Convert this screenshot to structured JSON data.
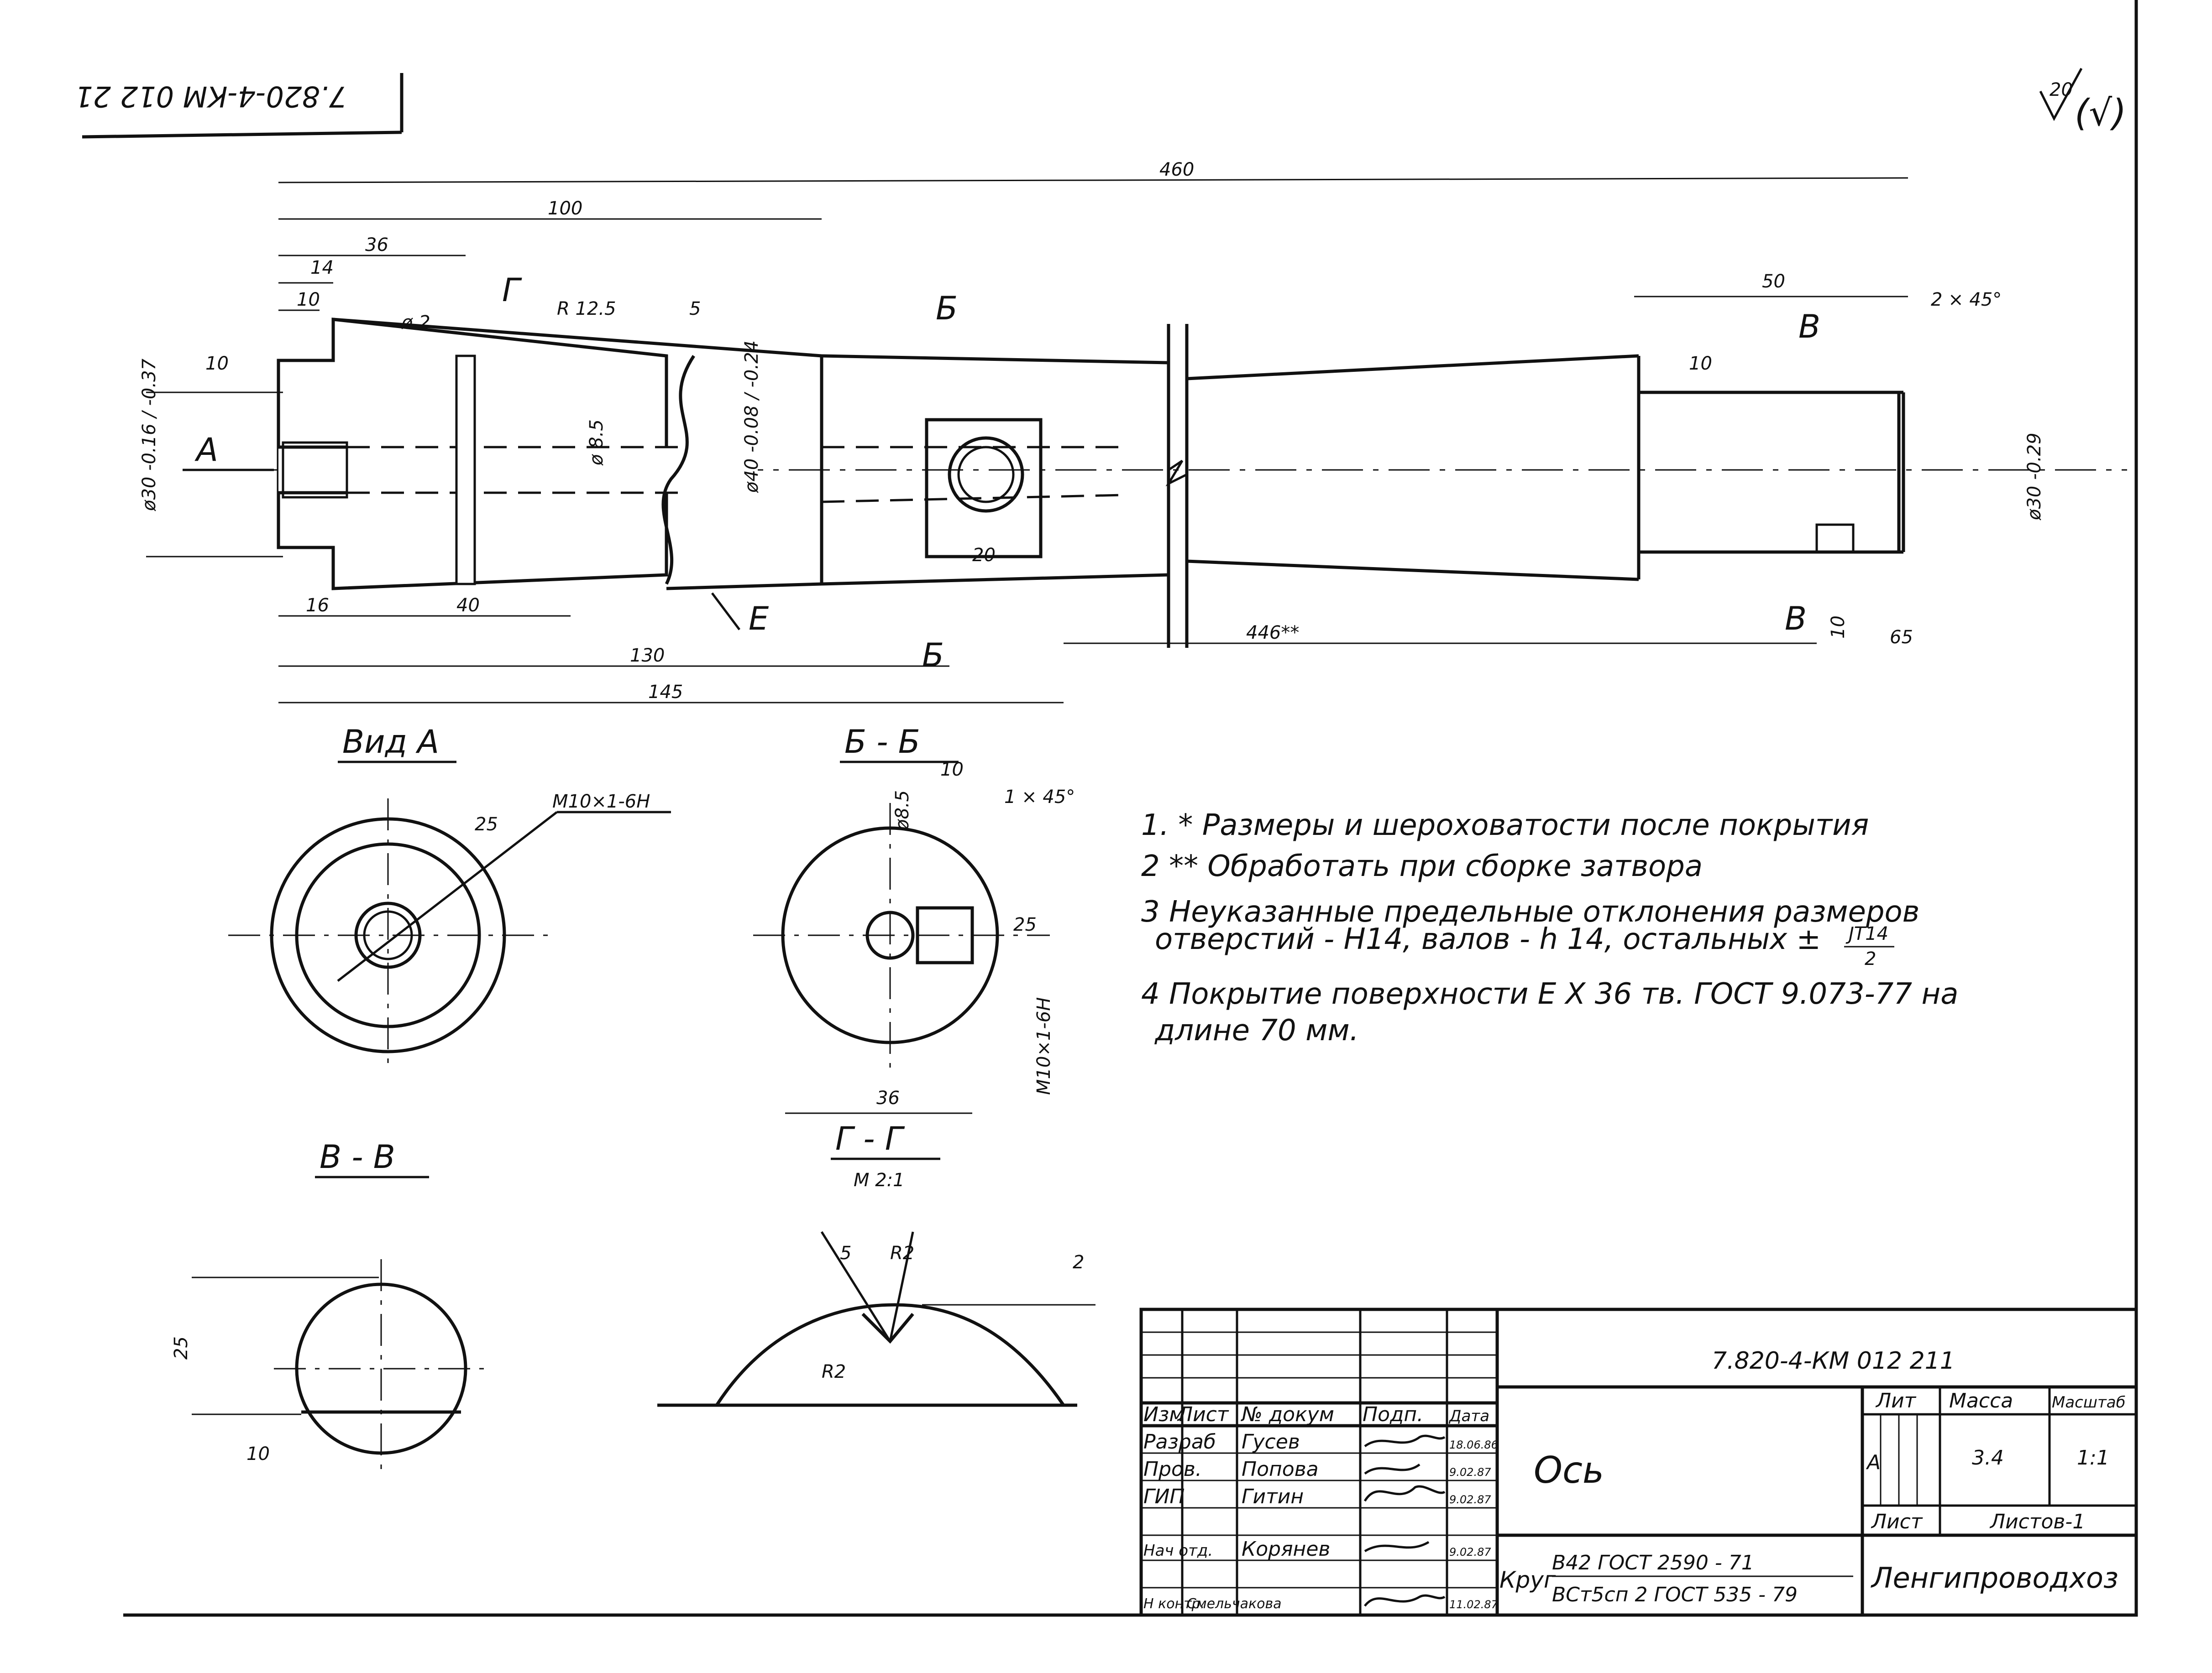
{
  "header": {
    "drawing_code_mirrored": "7.820-4-КМ 012 21",
    "roughness_general": "20",
    "roughness_paren": "(√)"
  },
  "dimensions": {
    "overall_length": "460",
    "len_100": "100",
    "len_36": "36",
    "len_14": "14",
    "len_10": "10",
    "hole_d2": "ø 2",
    "radius": "R 12.5",
    "chamfer_mark": "5",
    "len_50": "50",
    "chamfer_right": "2 × 45°",
    "left_diameter": "ø30 -0.16 / -0.37",
    "mid_diameter": "ø40 -0.08 / -0.24",
    "right_diameter": "ø30 -0.29",
    "inner_d85": "ø 8.5",
    "slot_20": "20",
    "len_16": "16",
    "len_40": "40",
    "len_130": "130",
    "len_145": "145",
    "len_446": "446**",
    "len_10b": "10",
    "len_65": "65",
    "roughness_10": "10"
  },
  "sections": {
    "A": "А",
    "B": "Б",
    "V": "В",
    "G": "Г",
    "E": "Е"
  },
  "views": {
    "view_a": "Вид А",
    "section_bb": "Б - Б",
    "section_vv": "В - В",
    "section_gg": "Г - Г",
    "scale_gg": "М 2:1",
    "thread_a": "М10×1-6Н",
    "thread_bb": "М10×1-6Н",
    "bb_d85": "ø8.5",
    "bb_10": "10",
    "bb_chamfer": "1 × 45°",
    "bb_36": "36",
    "roughness_25": "25",
    "vv_25": "25",
    "vv_10": "10",
    "gg_5": "5",
    "gg_r2": "R2",
    "gg_r2b": "R2",
    "gg_2": "2"
  },
  "notes": [
    "1. * Размеры и шероховатости после покрытия",
    "2 ** Обработать при сборке затвора",
    "3 Неуказанные предельные отклонения размеров",
    "отверстий - Н14, валов - h 14, остальных ±",
    "4 Покрытие поверхности  Е Х 36 тв. ГОСТ 9.073-77 на",
    "длине  70 мм."
  ],
  "note3_fraction": {
    "num": "JT14",
    "den": "2"
  },
  "title_block": {
    "code": "7.820-4-КМ 012 211",
    "name": "Ось",
    "col_headers": [
      "Изм",
      "Лист",
      "№ докум",
      "Подп.",
      "Дата"
    ],
    "roles": [
      {
        "role": "Разраб",
        "name": "Гусев",
        "date": "18.06.86"
      },
      {
        "role": "Пров.",
        "name": "Попова",
        "date": "9.02.87"
      },
      {
        "role": "ГИП",
        "name": "Гитин",
        "date": "9.02.87"
      },
      {
        "role": "Нач отд.",
        "name": "Корянев",
        "date": "9.02.87"
      },
      {
        "role": "Н контр.",
        "name": "Смельчакова",
        "date": "11.02.87"
      }
    ],
    "lit_label": "Лит",
    "mass_label": "Масса",
    "scale_label": "Масштаб",
    "lit_value": "А",
    "mass_value": "3.4",
    "scale_value": "1:1",
    "sheet_label": "Лист",
    "sheets_label": "Листов-1",
    "material_prefix": "Круг",
    "material_line1": "В42  ГОСТ  2590 - 71",
    "material_line2": "ВСт5сп 2 ГОСТ 535 - 79",
    "organization": "Ленгипроводхоз"
  }
}
